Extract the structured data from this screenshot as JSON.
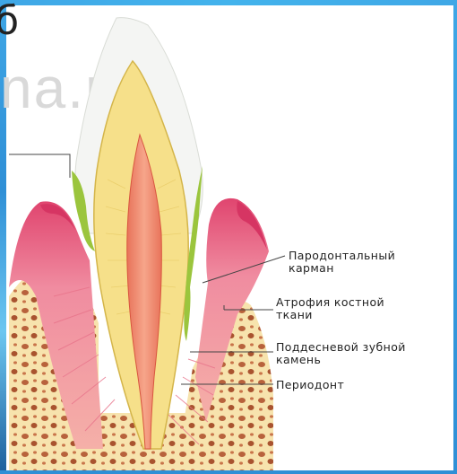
{
  "corner_text": "б",
  "watermark": "na.ru",
  "labels": {
    "pocket": [
      "Пародонтальный",
      "карман"
    ],
    "atrophy": [
      "Атрофия костной",
      "ткани"
    ],
    "calculus": [
      "Поддесневой зубной",
      "камень"
    ],
    "periodont": [
      "Периодонт"
    ]
  },
  "colors": {
    "frame": "#3fa7e6",
    "enamel": "#f4f5f3",
    "dentin": "#f6e08a",
    "pulp": "#ef8f6e",
    "gum": "#e25a7c",
    "bone": "#f5dfa6",
    "calculus": "#9bc53d"
  }
}
